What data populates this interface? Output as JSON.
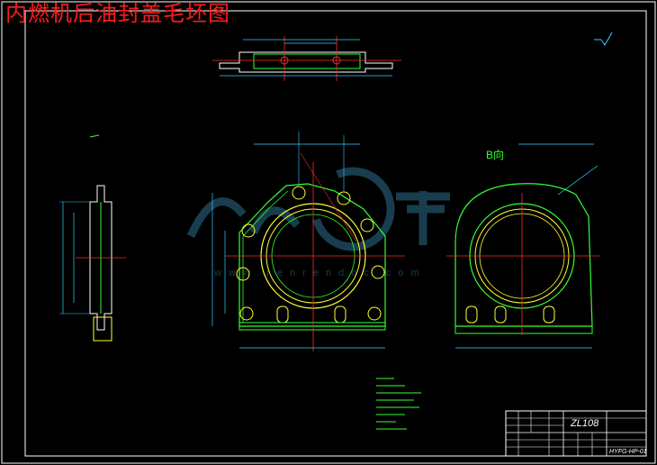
{
  "drawing": {
    "title": "内燃机后油封盖毛坯图",
    "view_label_b": "B向",
    "title_block": {
      "part_number": "ZL108",
      "drawing_number": "HYFG-HP-01"
    }
  },
  "colors": {
    "background": "#000000",
    "title": "#ff1a1a",
    "frame": "#ffffff",
    "outline": "#ffff33",
    "outline_green": "#33ff33",
    "center_line": "#ff2a2a",
    "dimension": "#2fd0ff",
    "watermark": "#2c6f8f"
  },
  "icons": {
    "roughness_symbol": "surface-roughness-icon"
  }
}
